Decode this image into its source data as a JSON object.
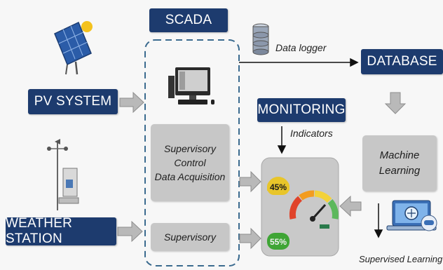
{
  "scada": {
    "title": "SCADA",
    "supervisory_box": [
      "Supervisory",
      "Control",
      "Data Acquisition"
    ],
    "supervisory_label": "Supervisory"
  },
  "pv_system": {
    "label": "PV SYSTEM"
  },
  "weather_station": {
    "label": "WEATHER STATION"
  },
  "data_logger": {
    "label": "Data logger"
  },
  "database": {
    "label": "DATABASE"
  },
  "monitoring": {
    "title": "MONITORING",
    "indicators_label": "Indicators",
    "gauge_top_value": "45%",
    "gauge_bottom_value": "55%"
  },
  "machine_learning": {
    "lines": [
      "Machine",
      "Learning"
    ]
  },
  "supervised_learning": {
    "label": "Supervised Learning"
  },
  "colors": {
    "navy": "#1d3b6e",
    "box_gray": "#c7c7c7",
    "arrow_gray": "#b9b9b9",
    "yellow": "#e8c52a",
    "green": "#3fa535"
  }
}
